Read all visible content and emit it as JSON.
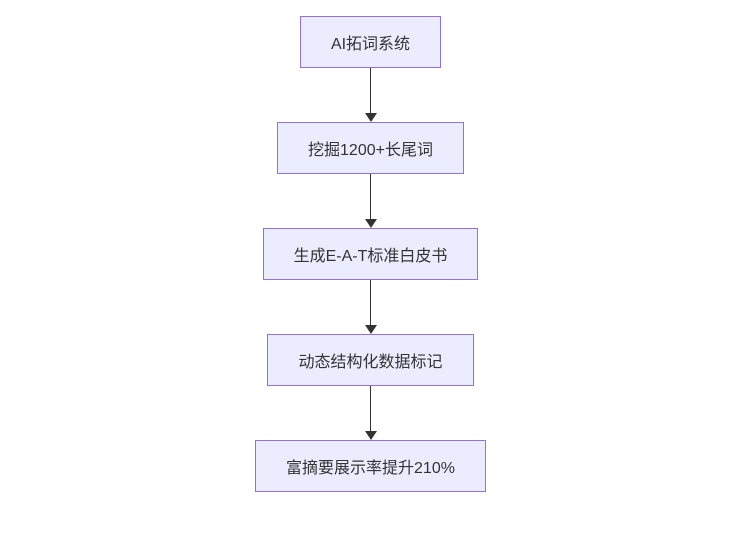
{
  "diagram": {
    "type": "flowchart",
    "direction": "top-down",
    "nodes": [
      {
        "id": "A",
        "label": "AI拓词系统"
      },
      {
        "id": "B",
        "label": "挖掘1200+长尾词"
      },
      {
        "id": "C",
        "label": "生成E-A-T标准白皮书"
      },
      {
        "id": "D",
        "label": "动态结构化数据标记"
      },
      {
        "id": "E",
        "label": "富摘要展示率提升210%"
      }
    ],
    "edges": [
      {
        "from": "AI拓词系统",
        "to": "挖掘1200+长尾词"
      },
      {
        "from": "挖掘1200+长尾词",
        "to": "生成E-A-T标准白皮书"
      },
      {
        "from": "生成E-A-T标准白皮书",
        "to": "动态结构化数据标记"
      },
      {
        "from": "动态结构化数据标记",
        "to": "富摘要展示率提升210%"
      }
    ],
    "colors": {
      "node_fill": "#ECECFF",
      "node_border": "#9370DB",
      "text": "#333333",
      "arrow": "#333333",
      "background": "#ffffff"
    }
  }
}
